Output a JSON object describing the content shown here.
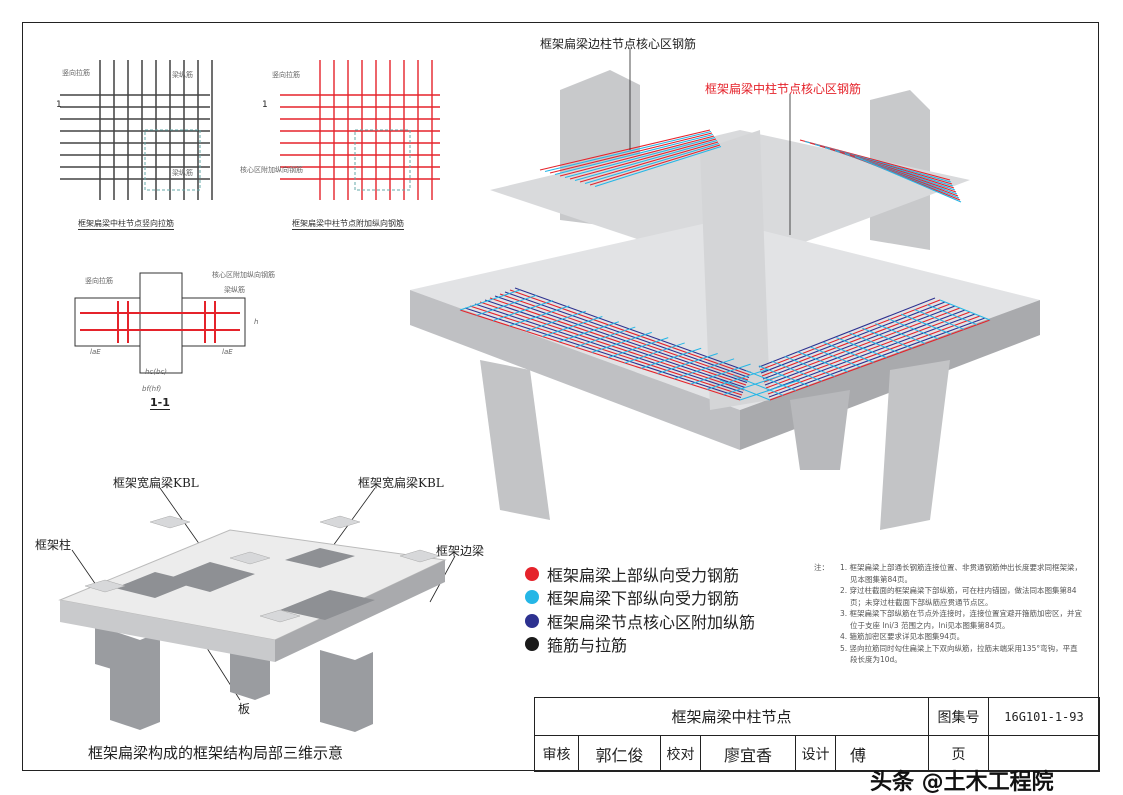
{
  "drawings": {
    "plan_left": {
      "caption": "框架扁梁中柱节点竖向拉筋",
      "label_tie": "竖向拉筋",
      "label_beam_top": "梁纵筋",
      "label_beam_bottom": "梁纵筋",
      "section_mark": "1"
    },
    "plan_right": {
      "caption": "框架扁梁中柱节点附加纵向钢筋",
      "label_tie": "竖向拉筋",
      "label_core": "核心区附加纵向钢筋",
      "section_mark": "1"
    },
    "section": {
      "title": "1-1",
      "label_tie": "竖向拉筋",
      "label_core": "核心区附加纵向钢筋",
      "label_beam": "梁纵筋",
      "dim_left": "laE",
      "dim_right": "laE",
      "dim_col": "hc(bc)",
      "dim_beam": "bf(hf)",
      "dim_h": "h"
    }
  },
  "model3d": {
    "label_edge_core": "框架扁梁边柱节点核心区钢筋",
    "label_mid_core": "框架扁梁中柱节点核心区钢筋"
  },
  "structure3d": {
    "label_kbl_left": "框架宽扁梁KBL",
    "label_kbl_right": "框架宽扁梁KBL",
    "label_column": "框架柱",
    "label_edge_beam": "框架边梁",
    "label_slab": "板",
    "caption": "框架扁梁构成的框架结构局部三维示意"
  },
  "legend": [
    {
      "label": "框架扁梁上部纵向受力钢筋",
      "color": "#e5232b"
    },
    {
      "label": "框架扁梁下部纵向受力钢筋",
      "color": "#25b6e6"
    },
    {
      "label": "框架扁梁节点核心区附加纵筋",
      "color": "#2d3190"
    },
    {
      "label": "箍筋与拉筋",
      "color": "#1a1a1a"
    }
  ],
  "notes": {
    "prefix": "注：",
    "items": [
      "1. 框架扁梁上部通长钢筋连接位置、非贯通钢筋伸出长度要求同框架梁，见本图集第84页。",
      "2. 穿过柱截面的框架扁梁下部纵筋，可在柱内锚固，做法同本图集第84页；未穿过柱截面下部纵筋应贯通节点区。",
      "3. 框架扁梁下部纵筋在节点外连接时，连接位置宜避开箍筋加密区，并宜位于支座 lni/3 范围之内，lni见本图集第84页。",
      "4. 箍筋加密区要求详见本图集94页。",
      "5. 竖向拉筋同时勾住扁梁上下双向纵筋，拉筋末端采用135°弯钩，平直段长度为10d。"
    ]
  },
  "title_block": {
    "title": "框架扁梁中柱节点",
    "atlas_label": "图集号",
    "atlas_no": "16G101-1-93",
    "review_label": "审核",
    "reviewer": "郭仁俊",
    "check_label": "校对",
    "checker": "廖宜香",
    "design_label": "设计",
    "designer": "傅",
    "page_label": "页"
  },
  "watermark": "头条 @土木工程院"
}
